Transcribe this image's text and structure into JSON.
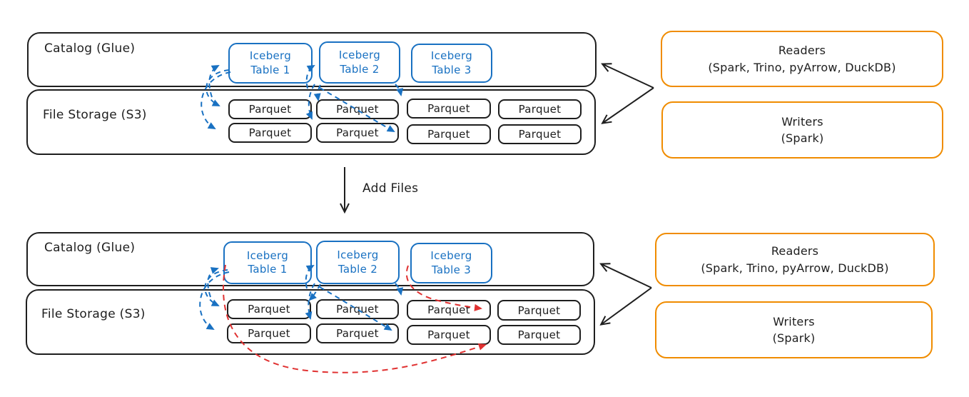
{
  "colors": {
    "outline": "#1e1e1e",
    "iceberg_blue": "#1971c2",
    "add_files_red": "#e03131",
    "client_orange": "#f08c00"
  },
  "transition": {
    "label": "Add Files"
  },
  "diagrams": {
    "before": {
      "catalog": {
        "label": "Catalog (Glue)",
        "tables": [
          "Iceberg Table 1",
          "Iceberg Table 2",
          "Iceberg Table 3"
        ]
      },
      "storage": {
        "label": "File Storage (S3)",
        "files": [
          "Parquet",
          "Parquet",
          "Parquet",
          "Parquet",
          "Parquet",
          "Parquet",
          "Parquet",
          "Parquet"
        ]
      },
      "readers": {
        "title": "Readers",
        "subtitle": "(Spark, Trino, pyArrow, DuckDB)"
      },
      "writers": {
        "title": "Writers",
        "subtitle": "(Spark)"
      }
    },
    "after": {
      "catalog": {
        "label": "Catalog (Glue)",
        "tables": [
          "Iceberg Table 1",
          "Iceberg Table 2",
          "Iceberg Table 3"
        ]
      },
      "storage": {
        "label": "File Storage (S3)",
        "files": [
          "Parquet",
          "Parquet",
          "Parquet",
          "Parquet",
          "Parquet",
          "Parquet",
          "Parquet",
          "Parquet"
        ]
      },
      "readers": {
        "title": "Readers",
        "subtitle": "(Spark, Trino, pyArrow, DuckDB)"
      },
      "writers": {
        "title": "Writers",
        "subtitle": "(Spark)"
      }
    }
  }
}
